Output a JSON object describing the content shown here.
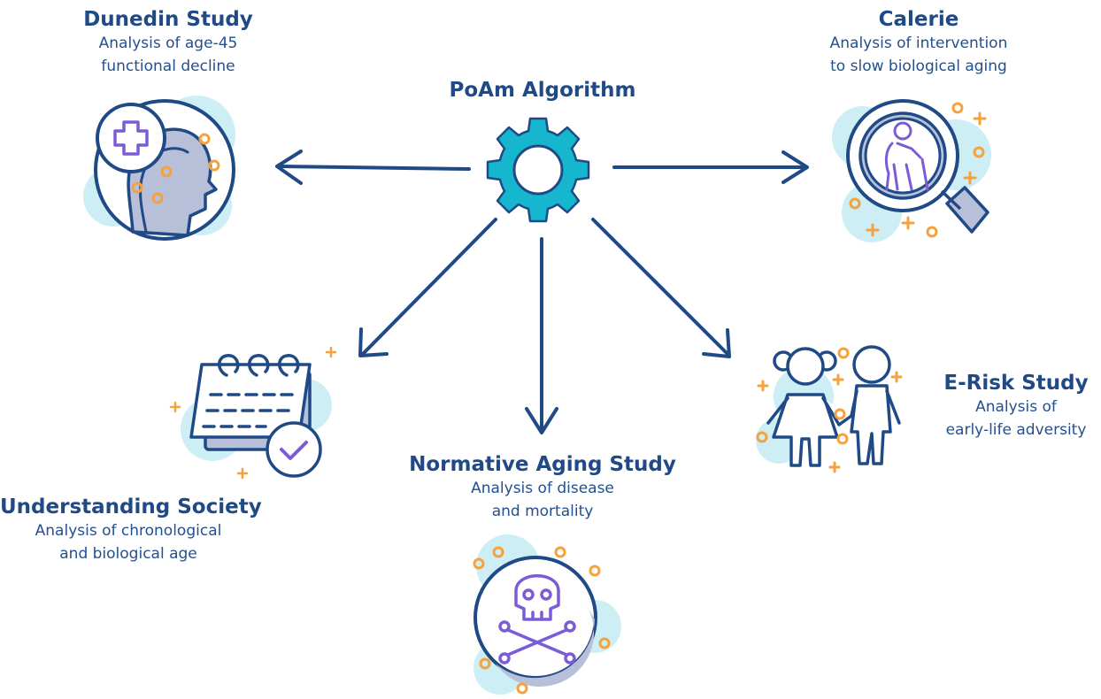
{
  "center": {
    "title": "PoAm Algorithm"
  },
  "studies": [
    {
      "title": "Dunedin Study",
      "desc1": "Analysis of age-45",
      "desc2": "functional decline"
    },
    {
      "title": "Calerie",
      "desc1": "Analysis of intervention",
      "desc2": "to slow biological aging"
    },
    {
      "title": "Understanding Society",
      "desc1": "Analysis of chronological",
      "desc2": "and biological age"
    },
    {
      "title": "Normative Aging Study",
      "desc1": "Analysis of disease",
      "desc2": "and mortality"
    },
    {
      "title": "E-Risk Study",
      "desc1": "Analysis of",
      "desc2": "early-life adversity"
    }
  ],
  "colors": {
    "navy": "#1f4a86",
    "gear": "#17b6cf",
    "lightBlue": "#cdeef5",
    "grey": "#b8bfd8",
    "purple": "#7b5cd6",
    "orange": "#f6a23c"
  },
  "icons": [
    "gear-icon",
    "head-medical-icon",
    "magnifier-elderly-icon",
    "calendar-check-icon",
    "skull-crossbones-icon",
    "children-holding-hands-icon"
  ]
}
